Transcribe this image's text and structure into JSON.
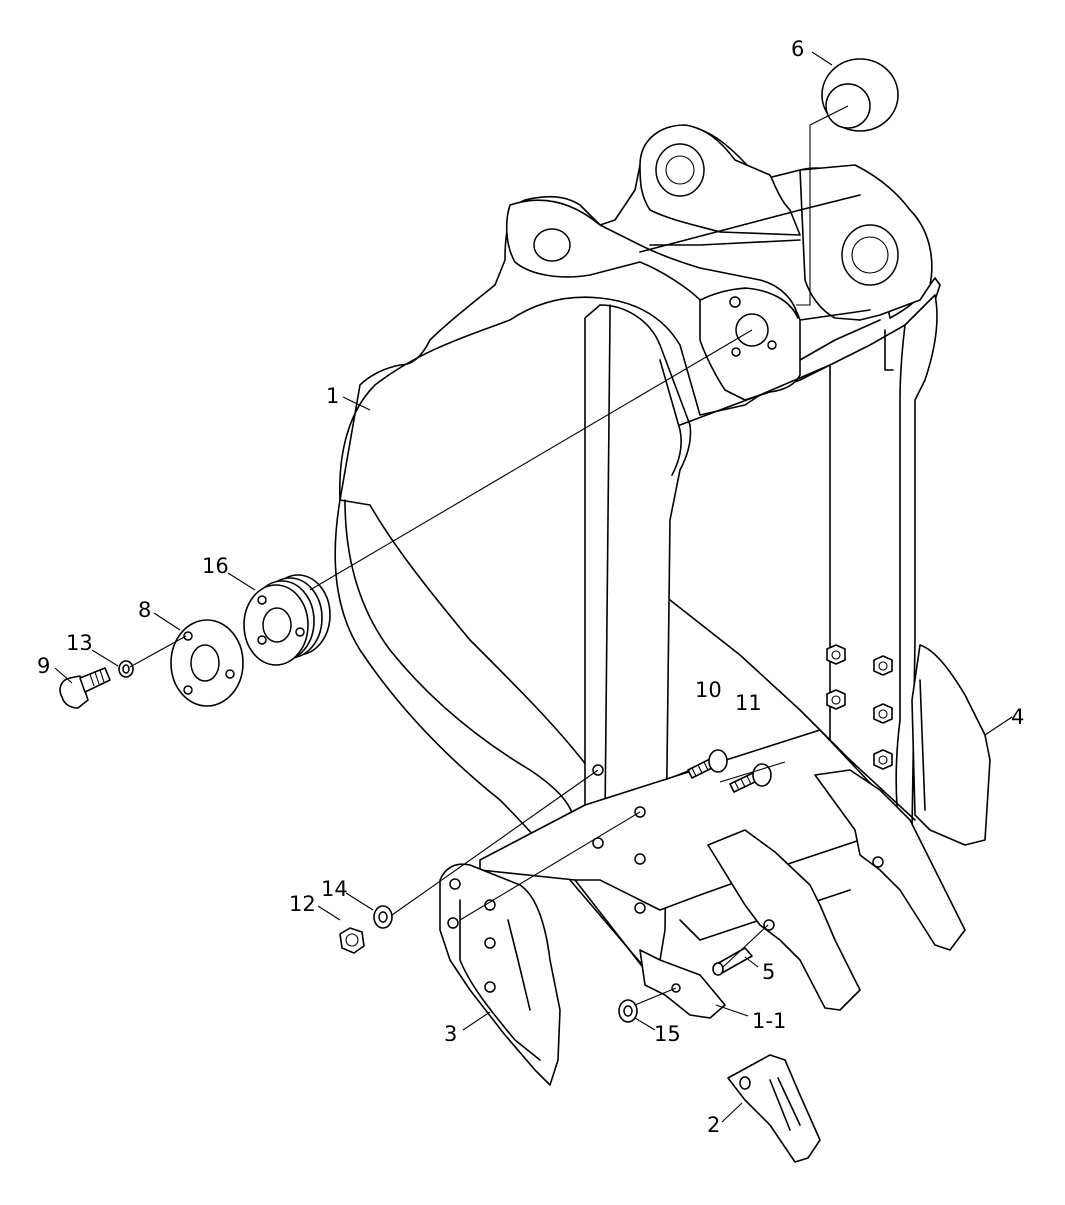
{
  "diagram": {
    "callouts": [
      {
        "id": "label-1",
        "text": "1"
      },
      {
        "id": "label-1-1",
        "text": "1-1"
      },
      {
        "id": "label-2",
        "text": "2"
      },
      {
        "id": "label-3",
        "text": "3"
      },
      {
        "id": "label-4",
        "text": "4"
      },
      {
        "id": "label-5",
        "text": "5"
      },
      {
        "id": "label-6",
        "text": "6"
      },
      {
        "id": "label-8",
        "text": "8"
      },
      {
        "id": "label-9",
        "text": "9"
      },
      {
        "id": "label-10",
        "text": "10"
      },
      {
        "id": "label-11",
        "text": "11"
      },
      {
        "id": "label-12",
        "text": "12"
      },
      {
        "id": "label-13",
        "text": "13"
      },
      {
        "id": "label-14",
        "text": "14"
      },
      {
        "id": "label-15",
        "text": "15"
      },
      {
        "id": "label-16",
        "text": "16"
      }
    ]
  }
}
